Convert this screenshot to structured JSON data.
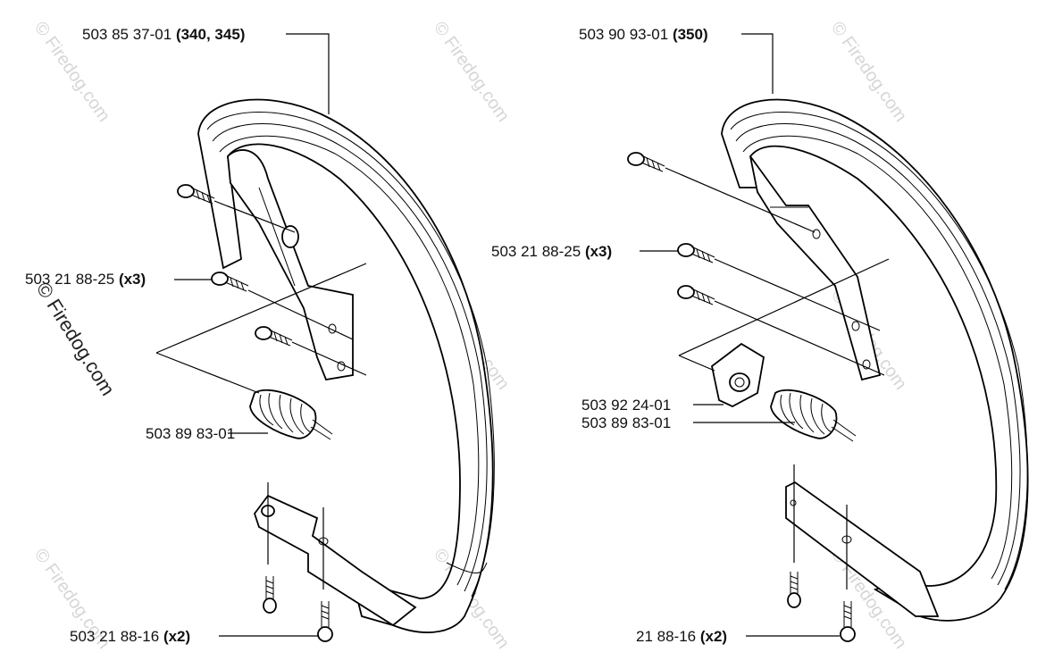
{
  "watermark": "© Firedog.com",
  "left_assembly": {
    "handle_part": {
      "number": "503 85 37-01",
      "models": "(340, 345)"
    },
    "screw_part": {
      "number": "503 21 88-25",
      "qty": "(x3)"
    },
    "spring_part": {
      "number": "503 89 83-01"
    },
    "bottom_screw_part": {
      "number": "503 21 88-16",
      "qty": "(x2)"
    }
  },
  "right_assembly": {
    "handle_part": {
      "number": "503 90 93-01",
      "models": "(350)"
    },
    "screw_part": {
      "number": "503 21 88-25",
      "qty": "(x3)"
    },
    "bracket_part": {
      "number": "503 92 24-01"
    },
    "spring_part": {
      "number": "503 89 83-01"
    },
    "bottom_screw_part": {
      "number": "21 88-16",
      "qty": "(x2)"
    }
  }
}
